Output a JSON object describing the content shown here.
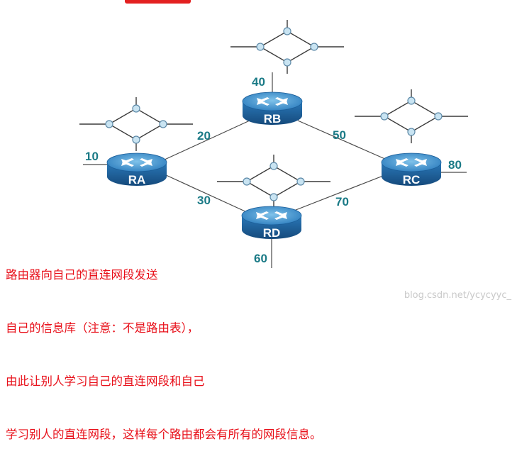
{
  "routers": [
    {
      "id": "RA",
      "label": "RA"
    },
    {
      "id": "RB",
      "label": "RB"
    },
    {
      "id": "RC",
      "label": "RC"
    },
    {
      "id": "RD",
      "label": "RD"
    }
  ],
  "network_labels": {
    "RA_stub": "10",
    "RA_RB": "20",
    "RA_RD": "30",
    "RB_stub": "40",
    "RB_RC": "50",
    "RD_stub": "60",
    "RD_RC": "70",
    "RC_stub": "80"
  },
  "note": {
    "line1": "路由器向自己的直连网段发送",
    "line2": "自己的信息库（注意：不是路由表），",
    "line3": "由此让别人学习自己的直连网段和自己",
    "line4": "学习别人的直连网段，这样每个路由都会有所有的网段信息。"
  },
  "watermark": "blog.csdn.net/ycycyyc_",
  "colors": {
    "router_top": "#4a9ed0",
    "router_body": "#1c5f9a",
    "label": "#1a7a86",
    "note": "#e8101a"
  },
  "icons": [
    "router-icon",
    "network-cloud-icon"
  ]
}
